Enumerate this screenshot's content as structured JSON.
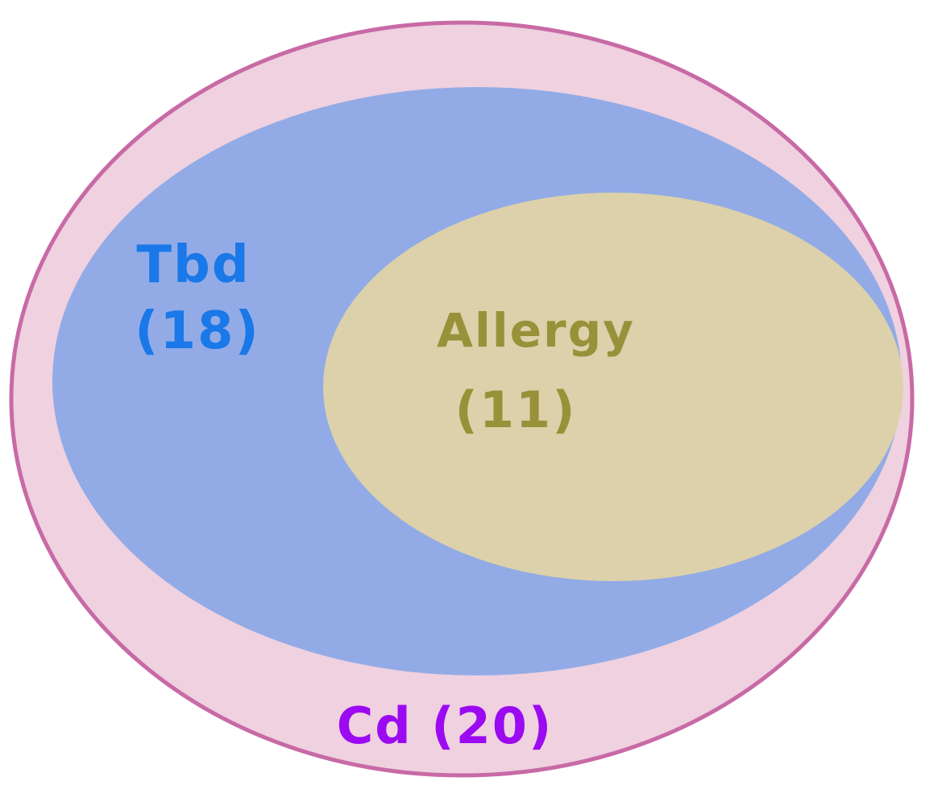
{
  "diagram": {
    "type": "nested-euler",
    "sets": [
      {
        "id": "cd",
        "name": "Cd",
        "count": "(20)",
        "fill": "#efd1e0",
        "stroke": "#c86aa6",
        "text_color": "#9b0af0"
      },
      {
        "id": "tbd",
        "name": "Tbd",
        "count": "(18)",
        "fill": "#92abe6",
        "text_color": "#1a78e8"
      },
      {
        "id": "allergy",
        "name": "Allergy",
        "count": "(11)",
        "fill": "#dcd1aa",
        "text_color": "#97923a"
      }
    ],
    "labels": {
      "cd": "Cd (20)",
      "tbd_name": "Tbd",
      "tbd_count": "(18)",
      "allergy_name": "Allergy",
      "allergy_count": "(11)"
    },
    "nesting": "allergy ⊂ tbd ⊂ cd"
  }
}
